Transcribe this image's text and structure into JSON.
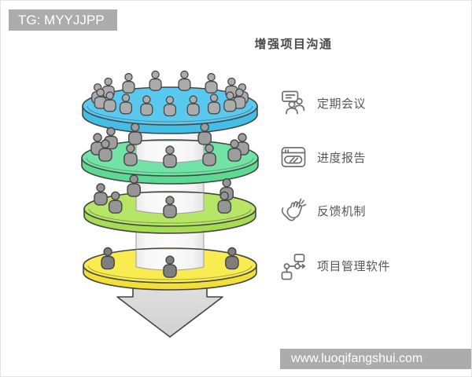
{
  "watermark_top": {
    "text": "TG: MYYJJPP"
  },
  "watermark_bottom": {
    "text": "www.luoqifangshui.com"
  },
  "diagram": {
    "title": "增强项目沟通",
    "type": "layered-funnel"
  },
  "legend": {
    "items": [
      {
        "label": "定期会议",
        "icon": "meeting-chat-icon"
      },
      {
        "label": "进度报告",
        "icon": "progress-report-icon"
      },
      {
        "label": "反馈机制",
        "icon": "clapping-hands-icon"
      },
      {
        "label": "项目管理软件",
        "icon": "flowchart-icon"
      }
    ]
  },
  "funnel": {
    "outline_color": "#454545",
    "column_color": "#F5F5F5",
    "arrow_color": "#D8D8D8",
    "layers": [
      {
        "people_count": 17,
        "disc_top_color": "#5AC9EF",
        "disc_side_color": "#44BEE7",
        "person_color": "#ACACAC"
      },
      {
        "people_count": 10,
        "disc_top_color": "#72E3A5",
        "disc_side_color": "#5ED994",
        "person_color": "#9E9E9E"
      },
      {
        "people_count": 6,
        "disc_top_color": "#B7E667",
        "disc_side_color": "#A6DC51",
        "person_color": "#959595"
      },
      {
        "people_count": 3,
        "disc_top_color": "#F8EC50",
        "disc_side_color": "#F2E038",
        "person_color": "#7E7E7E"
      }
    ]
  }
}
